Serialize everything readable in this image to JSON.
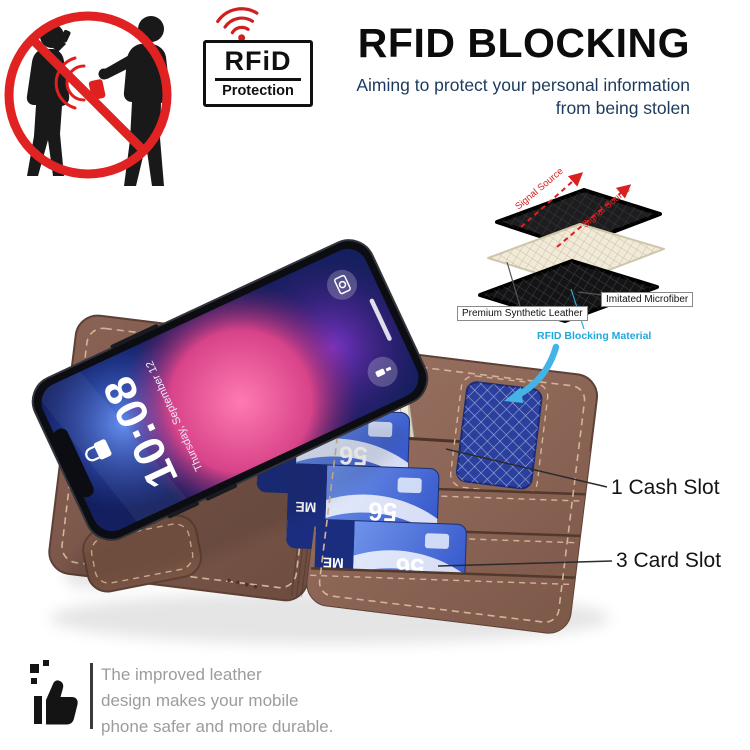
{
  "header": {
    "badge": {
      "title": "RFiD",
      "subtitle": "Protection"
    },
    "title": "RFID BLOCKING",
    "subtitle_line1": "Aiming to protect your personal information",
    "subtitle_line2": "from being stolen"
  },
  "diagram": {
    "signal_source_1": "Signal Source",
    "signal_source_2": "Signal Source",
    "label_leather": "Premium Synthetic Leather",
    "label_microfiber": "Imitated Microfiber",
    "label_rfid": "RFID Blocking Material"
  },
  "phone": {
    "time": "10:08",
    "date": "Thursday, September 12"
  },
  "wallet": {
    "card_number": "56",
    "card_brand": "ME"
  },
  "callouts": {
    "cash": "1 Cash Slot",
    "cards": "3 Card Slot"
  },
  "footer": {
    "line1": "The improved leather",
    "line2": "design makes your mobile",
    "line3": "phone safer and more durable."
  },
  "colors": {
    "accent_red": "#d92121",
    "accent_cyan": "#29a8dc",
    "navy": "#1c3a5e",
    "leather": "#8d6557"
  }
}
